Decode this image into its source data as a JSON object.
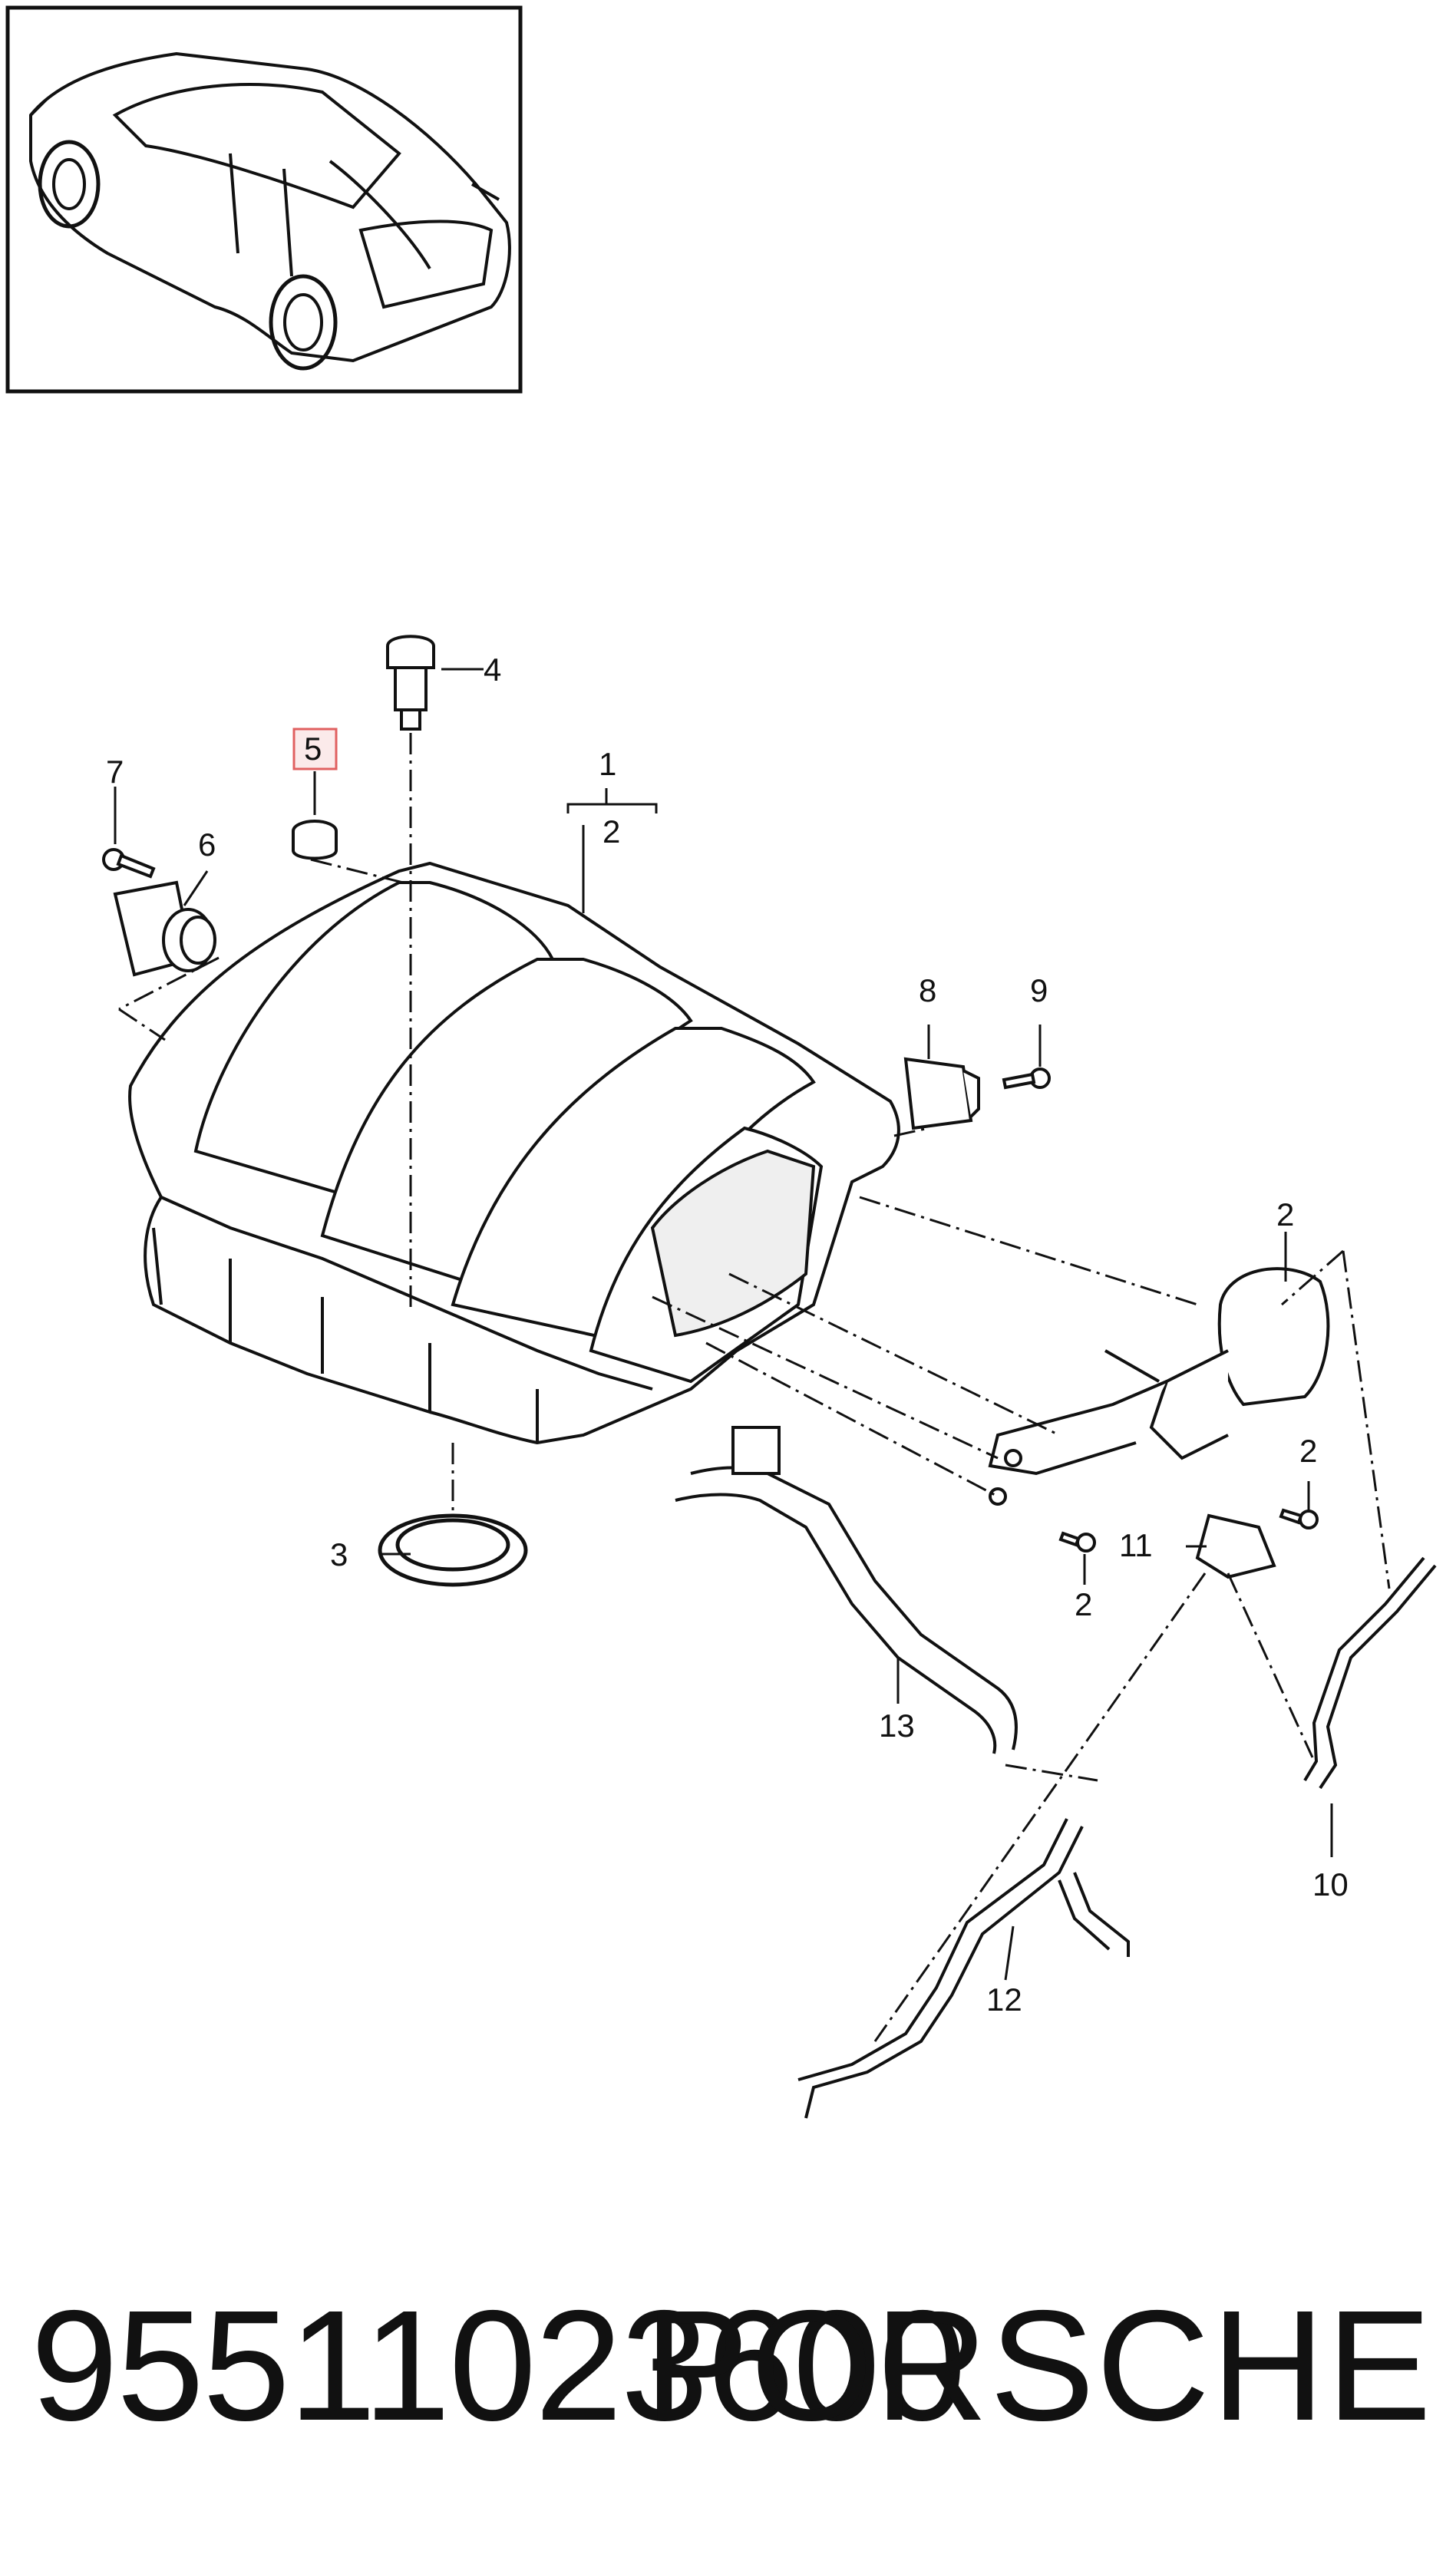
{
  "callouts": {
    "c1": "1",
    "c2_top": "2",
    "c3": "3",
    "c4": "4",
    "c5": "5",
    "c6": "6",
    "c7": "7",
    "c8": "8",
    "c9": "9",
    "c2_actuator": "2",
    "c2_screw_right": "2",
    "c11": "11",
    "c2_screw_bottom": "2",
    "c13": "13",
    "c10": "10",
    "c12": "12"
  },
  "highlighted_callout": "5",
  "footer": {
    "part_number": "95511023600",
    "brand": "PORSCHE"
  },
  "colors": {
    "line": "#111111",
    "highlight_border": "#e06060",
    "highlight_fill": "#fbeaea",
    "part_fill": "#ffffff",
    "shade": "#d9d9d9"
  }
}
